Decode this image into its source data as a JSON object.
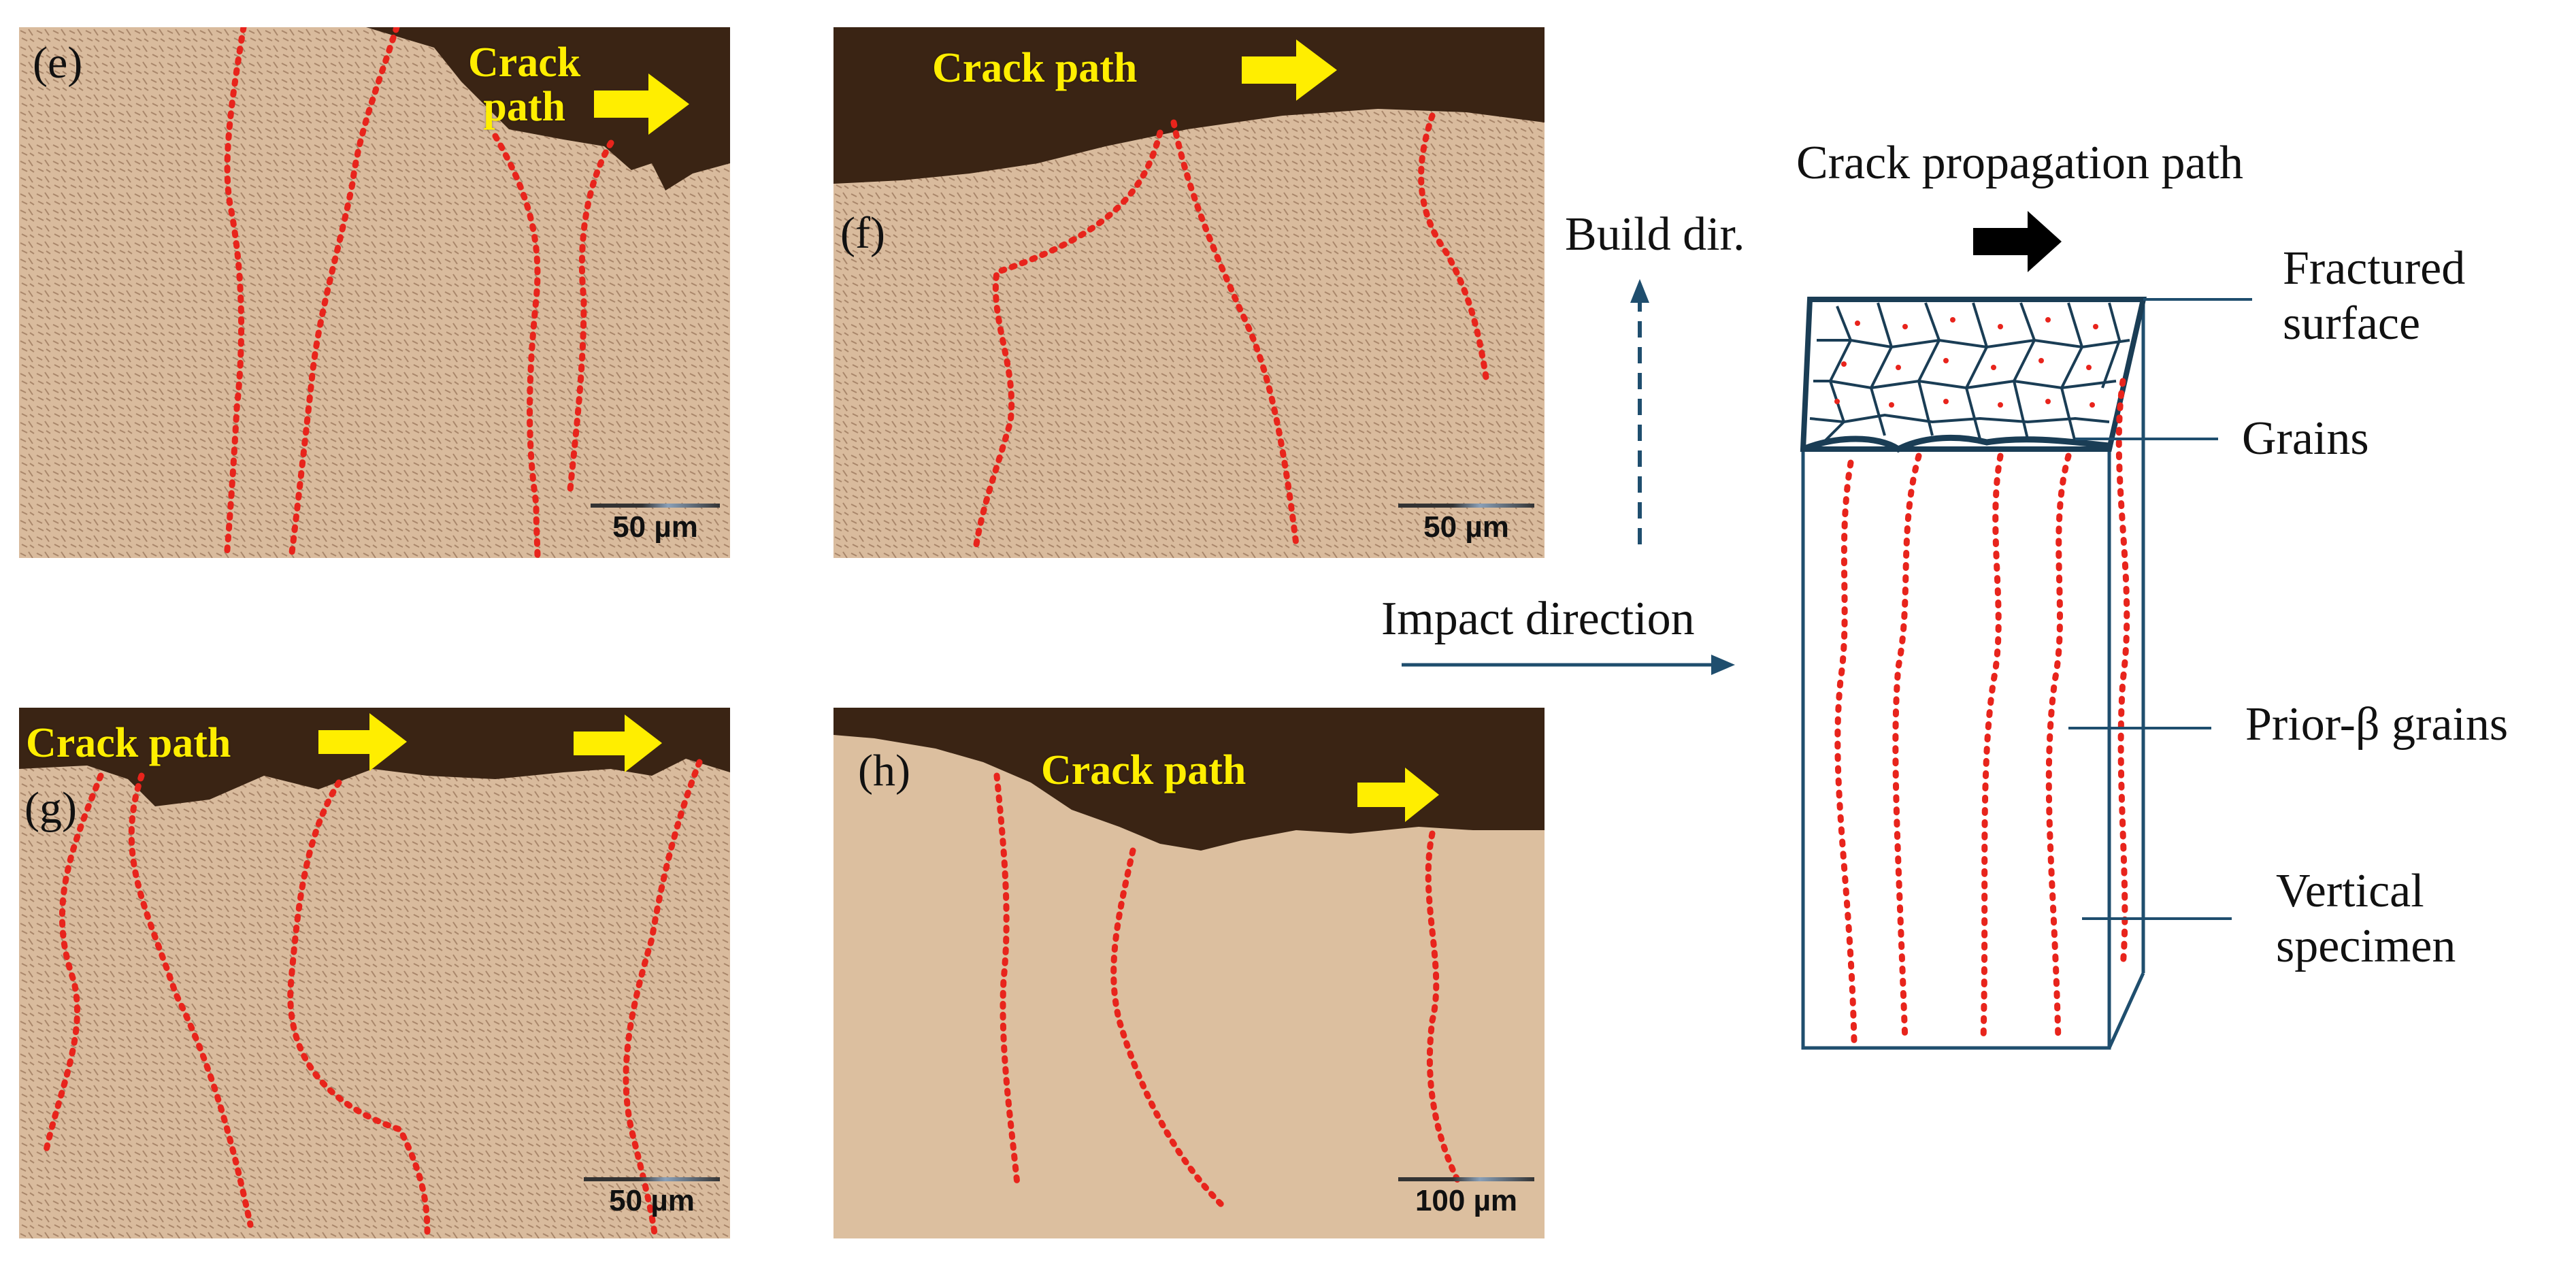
{
  "panels": {
    "e": {
      "label": "(e)",
      "crack_label": "Crack\npath",
      "scale_label": "50 µm"
    },
    "f": {
      "label": "(f)",
      "crack_label": "Crack path",
      "scale_label": "50 µm"
    },
    "g": {
      "label": "(g)",
      "crack_label": "Crack path",
      "scale_label": "50 µm"
    },
    "h": {
      "label": "(h)",
      "crack_label": "Crack path",
      "scale_label": "100 µm"
    }
  },
  "schematic": {
    "build_dir": "Build dir.",
    "impact_direction": "Impact direction",
    "crack_propagation": "Crack propagation path",
    "fractured_surface": "Fractured\nsurface",
    "grains": "Grains",
    "prior_beta": "Prior-β grains",
    "vertical_specimen": "Vertical\nspecimen"
  },
  "colors": {
    "micro_bg": "#d9b99a",
    "dark_edge": "#3a2414",
    "grain_boundary": "#e8241c",
    "arrow_yellow": "#ffee00",
    "outline": "#1f4e6e"
  },
  "icons": [
    "yellow-arrow-icon",
    "black-arrow-icon"
  ]
}
